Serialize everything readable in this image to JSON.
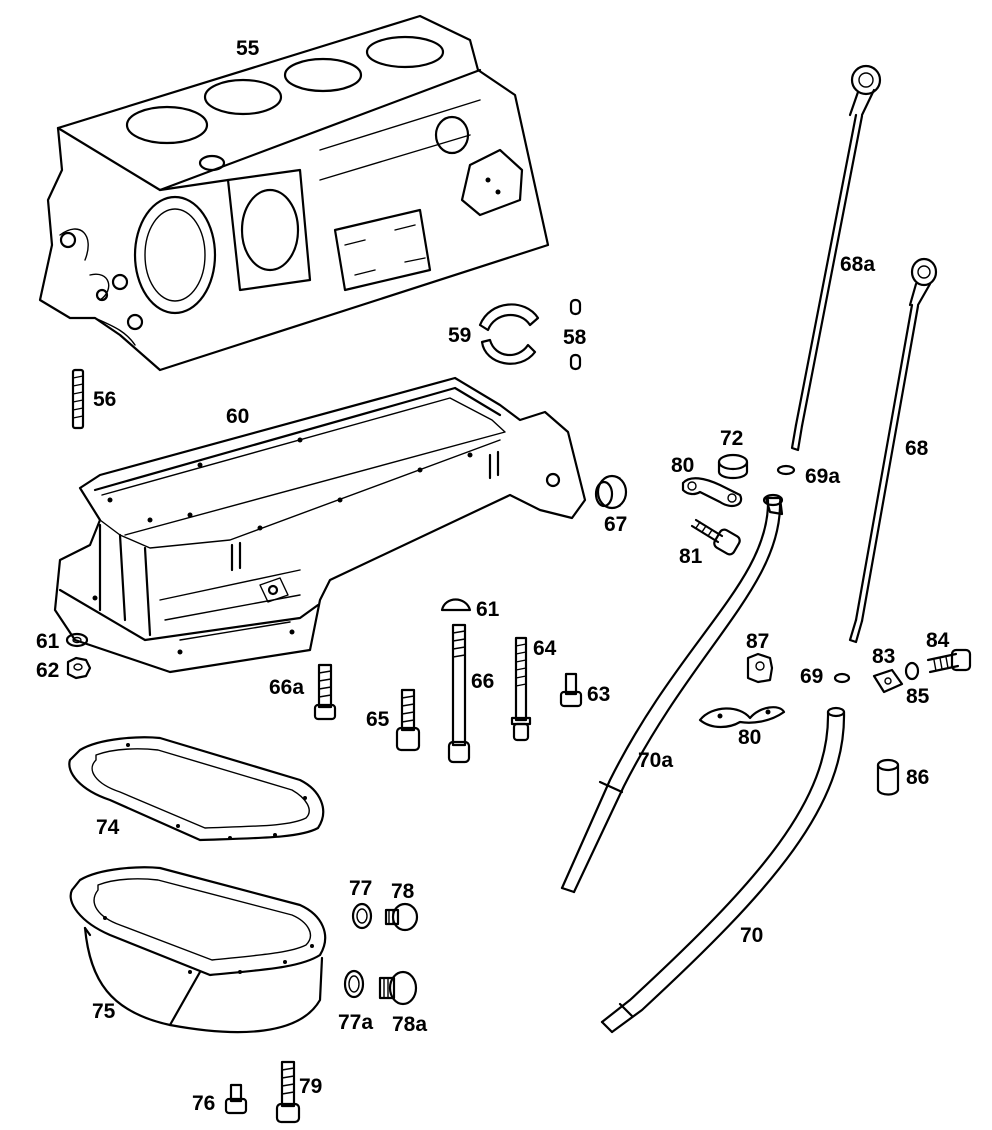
{
  "labels": {
    "l55": "55",
    "l56": "56",
    "l58": "58",
    "l59": "59",
    "l60": "60",
    "l61a": "61",
    "l61b": "61",
    "l62": "62",
    "l63": "63",
    "l64": "64",
    "l65": "65",
    "l66": "66",
    "l66a": "66a",
    "l67": "67",
    "l68": "68",
    "l68a": "68a",
    "l69": "69",
    "l69a": "69a",
    "l70": "70",
    "l70a": "70a",
    "l72": "72",
    "l74": "74",
    "l75": "75",
    "l76": "76",
    "l77": "77",
    "l77a": "77a",
    "l78": "78",
    "l78a": "78a",
    "l79": "79",
    "l80a": "80",
    "l80b": "80",
    "l81": "81",
    "l83": "83",
    "l84": "84",
    "l85": "85",
    "l86": "86",
    "l87": "87"
  }
}
